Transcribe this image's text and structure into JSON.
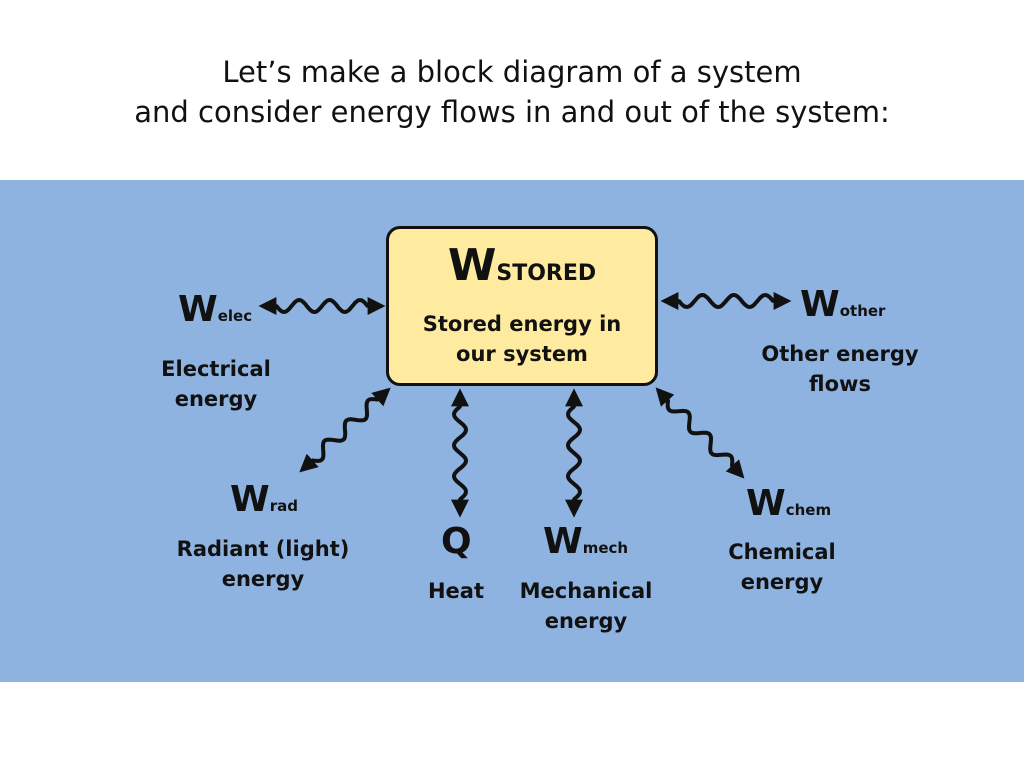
{
  "title": {
    "line1": "Let’s make a block diagram of a system",
    "line2": "and consider energy flows in and out of the system:"
  },
  "center": {
    "symbol": "W",
    "subscript": "STORED",
    "line1": "Stored energy in",
    "line2": "our system"
  },
  "flows": {
    "elec": {
      "symbol": "W",
      "subscript": "elec",
      "line1": "Electrical",
      "line2": "energy"
    },
    "other": {
      "symbol": "W",
      "subscript": "other",
      "line1": "Other energy",
      "line2": "flows"
    },
    "rad": {
      "symbol": "W",
      "subscript": "rad",
      "line1": "Radiant (light)",
      "line2": "energy"
    },
    "heat": {
      "symbol": "Q",
      "line1": "Heat"
    },
    "mech": {
      "symbol": "W",
      "subscript": "mech",
      "line1": "Mechanical",
      "line2": "energy"
    },
    "chem": {
      "symbol": "W",
      "subscript": "chem",
      "line1": "Chemical",
      "line2": "energy"
    }
  },
  "colors": {
    "panel": "#8fb3e0",
    "box_fill": "#ffeba0",
    "ink": "#111111"
  }
}
